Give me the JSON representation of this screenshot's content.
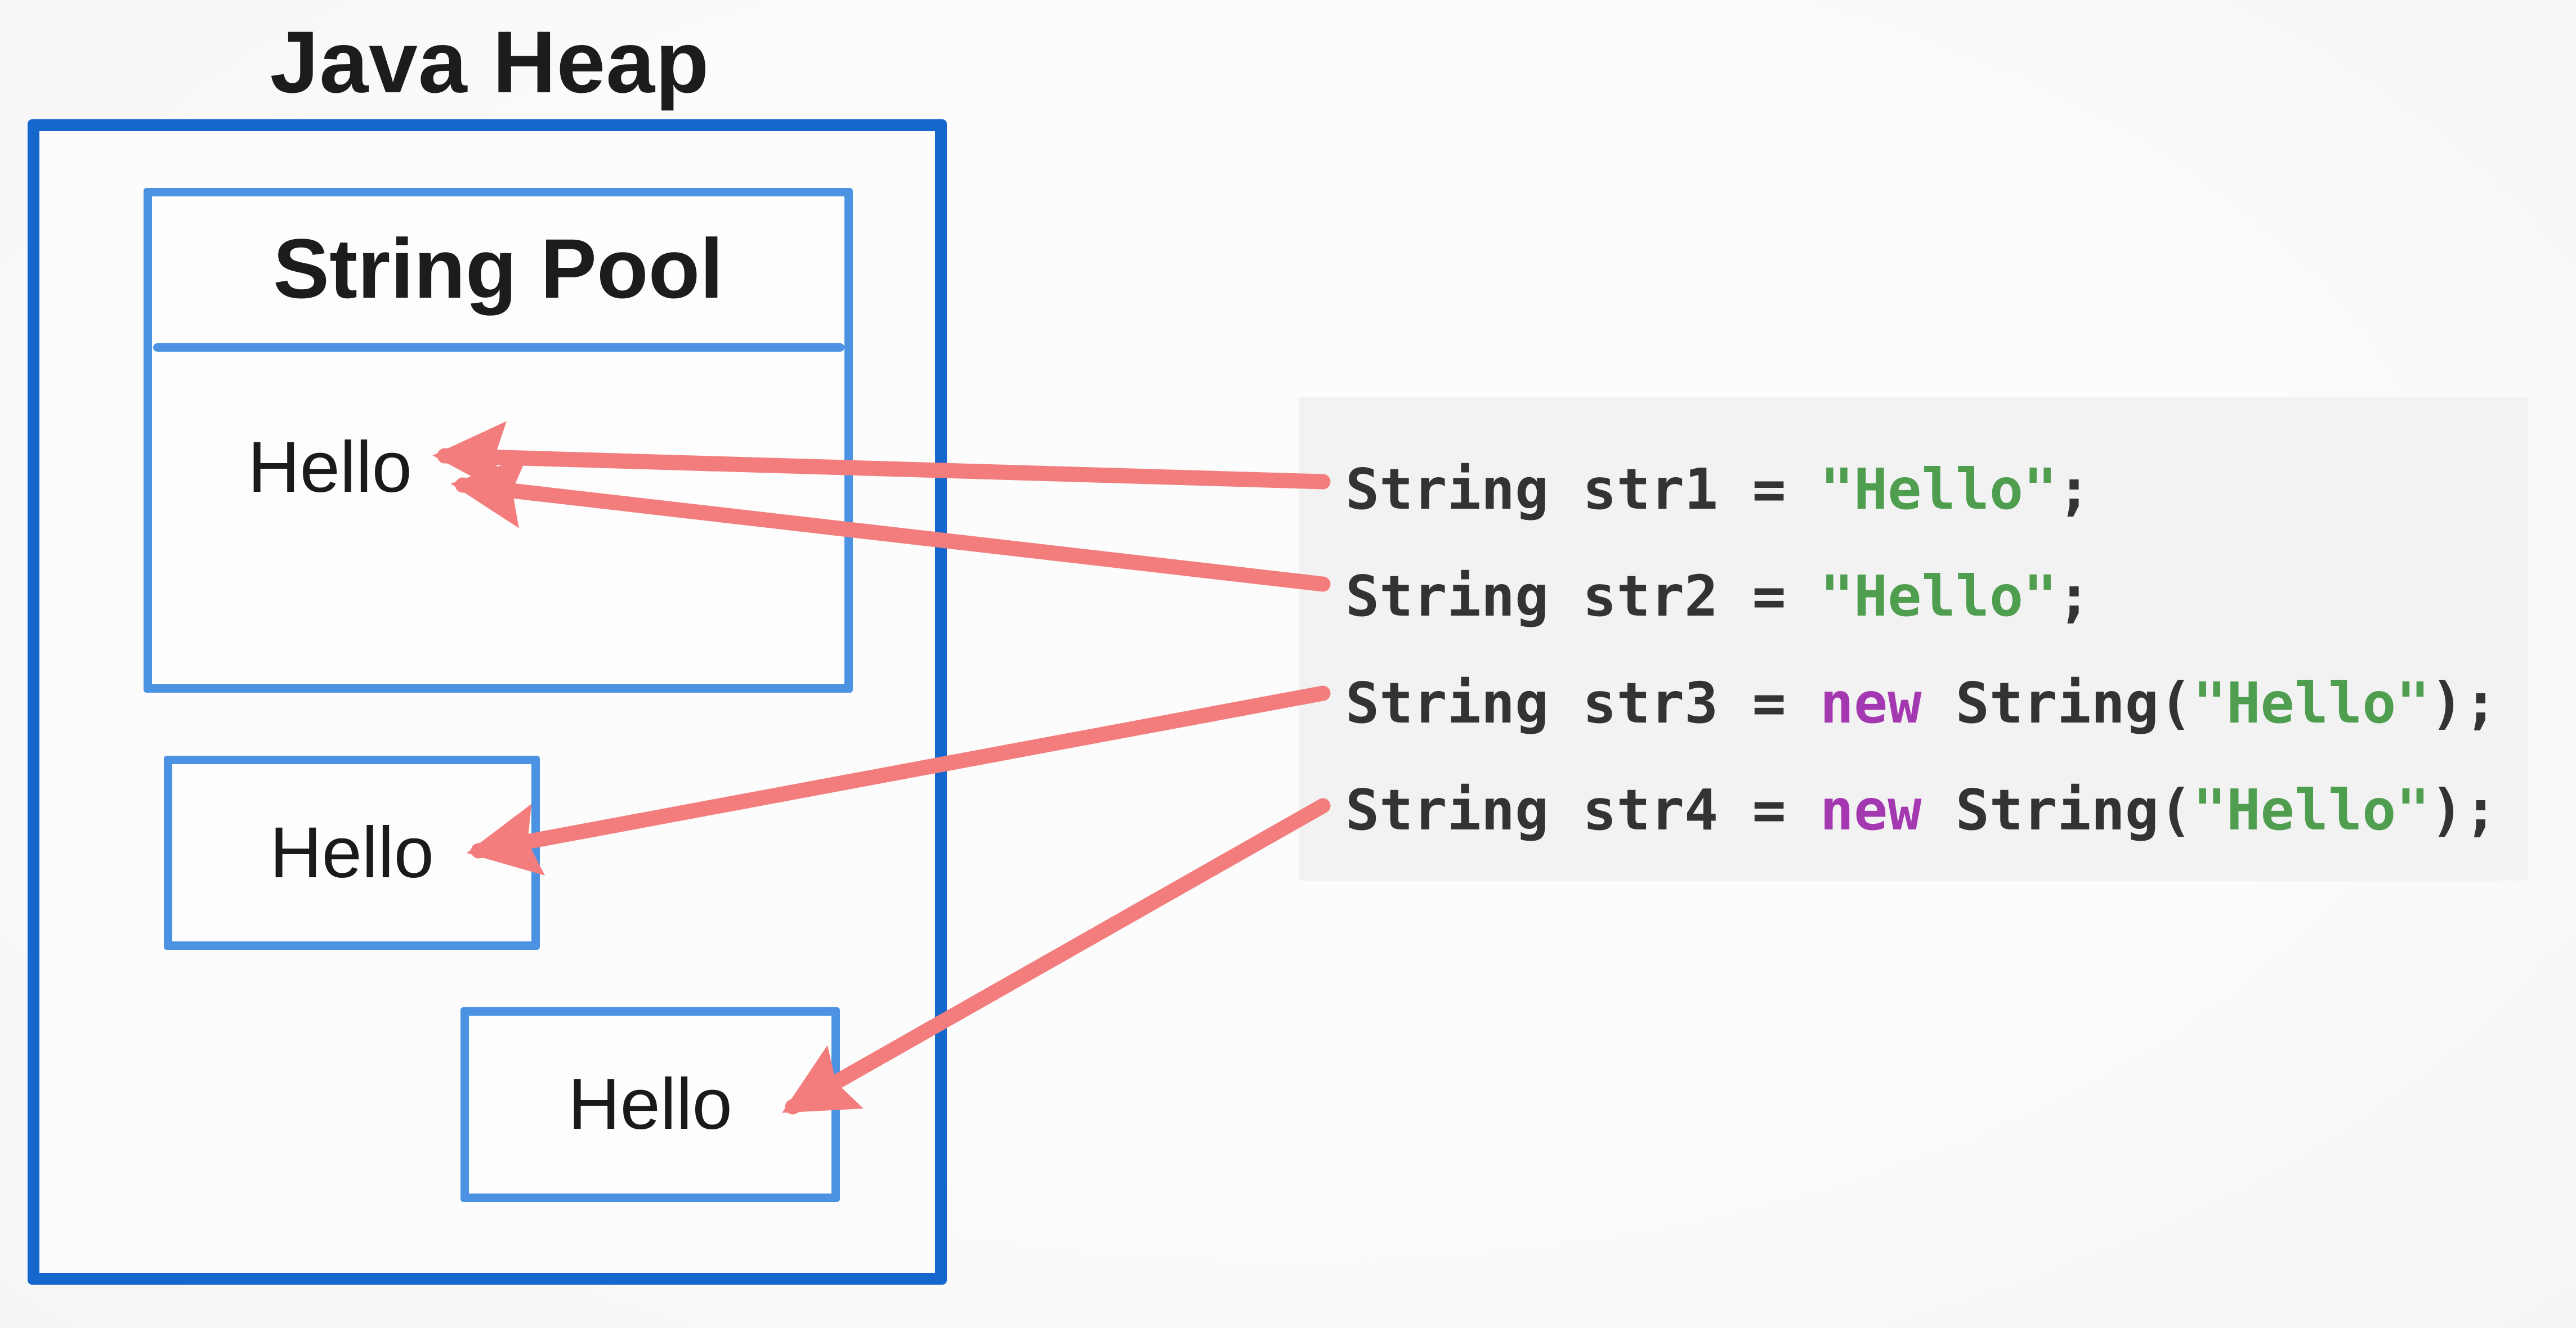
{
  "diagram": {
    "heap_title": "Java Heap",
    "pool_title": "String Pool",
    "pool_string": "Hello",
    "heap_object_1": "Hello",
    "heap_object_2": "Hello"
  },
  "code": {
    "lines": [
      {
        "prefix": "String str1 = ",
        "keyword": "",
        "mid": "",
        "string": "\"Hello\"",
        "suffix": ";"
      },
      {
        "prefix": "String str2 = ",
        "keyword": "",
        "mid": "",
        "string": "\"Hello\"",
        "suffix": ";"
      },
      {
        "prefix": "String str3 = ",
        "keyword": "new",
        "mid": " String(",
        "string": "\"Hello\"",
        "suffix": ");"
      },
      {
        "prefix": "String str4 = ",
        "keyword": "new",
        "mid": " String(",
        "string": "\"Hello\"",
        "suffix": ");"
      }
    ]
  },
  "colors": {
    "heap_border_blue": "#1667cd",
    "inner_border_blue": "#4b92e2",
    "arrow_red": "#f37d7d",
    "code_text": "#333333",
    "string_green": "#4f9e4f",
    "keyword_purple": "#a438b0",
    "code_background": "#f2f2f3",
    "page_background": "#fbfafa",
    "label_text": "#1c1c1c"
  }
}
